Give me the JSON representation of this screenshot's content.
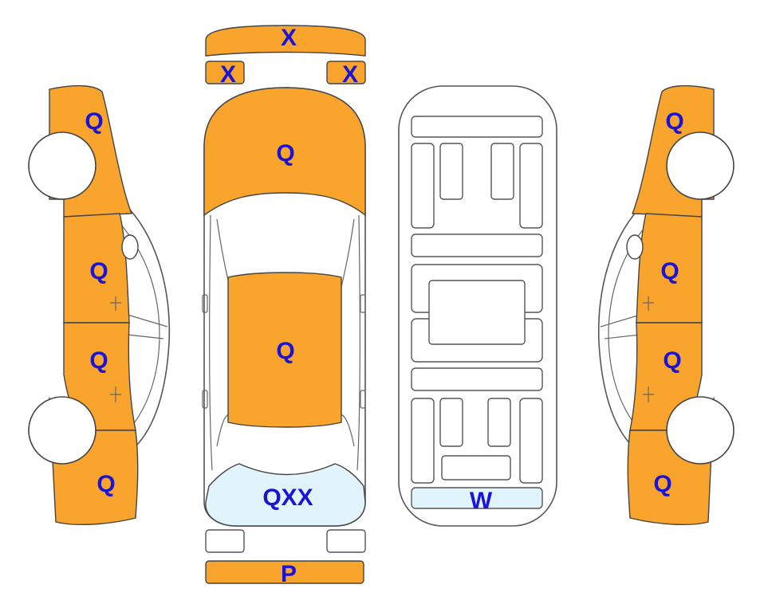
{
  "colors": {
    "damaged_panel": "#F9A42C",
    "glass_panel": "#E2F4FB",
    "label_text": "#1A14D6",
    "outline": "#555555"
  },
  "labels": {
    "front_bumper_top": "X",
    "front_light_left": "X",
    "front_light_right": "X",
    "hood": "Q",
    "roof": "Q",
    "rear_window": "QXX",
    "rear_bumper": "P",
    "interior_trunk_strip": "W",
    "left_front_fender": "Q",
    "left_front_door": "Q",
    "left_rear_door": "Q",
    "left_rear_quarter": "Q",
    "right_front_fender": "Q",
    "right_front_door": "Q",
    "right_rear_door": "Q",
    "right_rear_quarter": "Q"
  }
}
